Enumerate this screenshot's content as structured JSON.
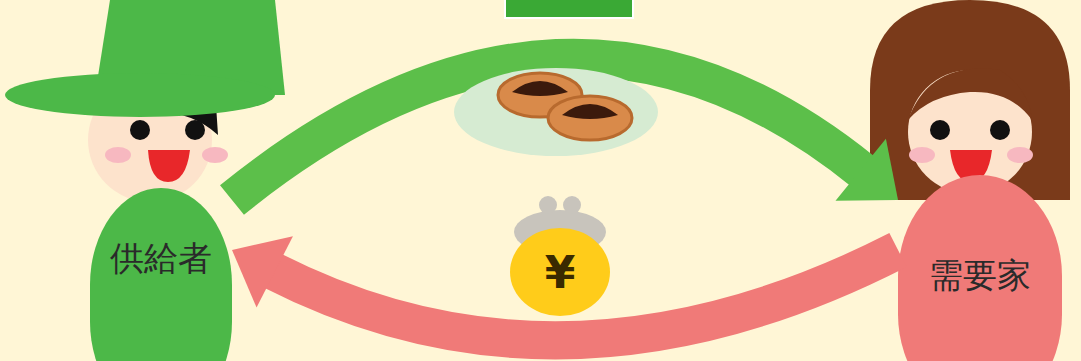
{
  "diagram": {
    "nodes": [
      {
        "text": [
          "供給者"
        ]
      },
      {
        "text": [
          "需要家"
        ]
      }
    ],
    "edges": [
      {
        "from": 0,
        "to": 1,
        "arrow": "to"
      },
      {
        "from": 1,
        "to": 0,
        "arrow": "to"
      }
    ],
    "labels": [
      "¥"
    ]
  }
}
